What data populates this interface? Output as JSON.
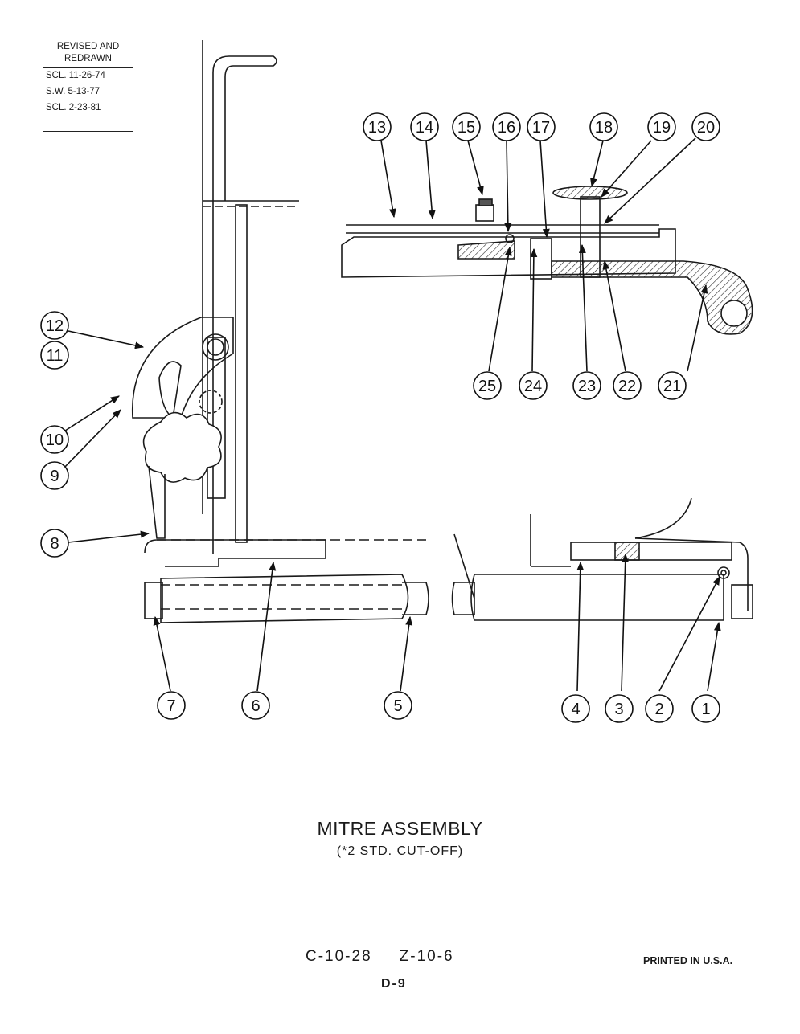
{
  "revision_block": {
    "header_line1": "REVISED AND",
    "header_line2": "REDRAWN",
    "entries": [
      "SCL. 11-26-74",
      "S.W. 5-13-77",
      "SCL. 2-23-81"
    ]
  },
  "title": "MITRE ASSEMBLY",
  "subtitle": "(*2 STD. CUT-OFF)",
  "drawing_numbers": [
    "C-10-28",
    "Z-10-6"
  ],
  "page_number": "D-9",
  "printed_note": "PRINTED IN U.S.A.",
  "callouts": [
    "1",
    "2",
    "3",
    "4",
    "5",
    "6",
    "7",
    "8",
    "9",
    "10",
    "11",
    "12",
    "13",
    "14",
    "15",
    "16",
    "17",
    "18",
    "19",
    "20",
    "21",
    "22",
    "23",
    "24",
    "25"
  ],
  "colors": {
    "ink": "#1a1a1a",
    "paper": "#ffffff"
  }
}
